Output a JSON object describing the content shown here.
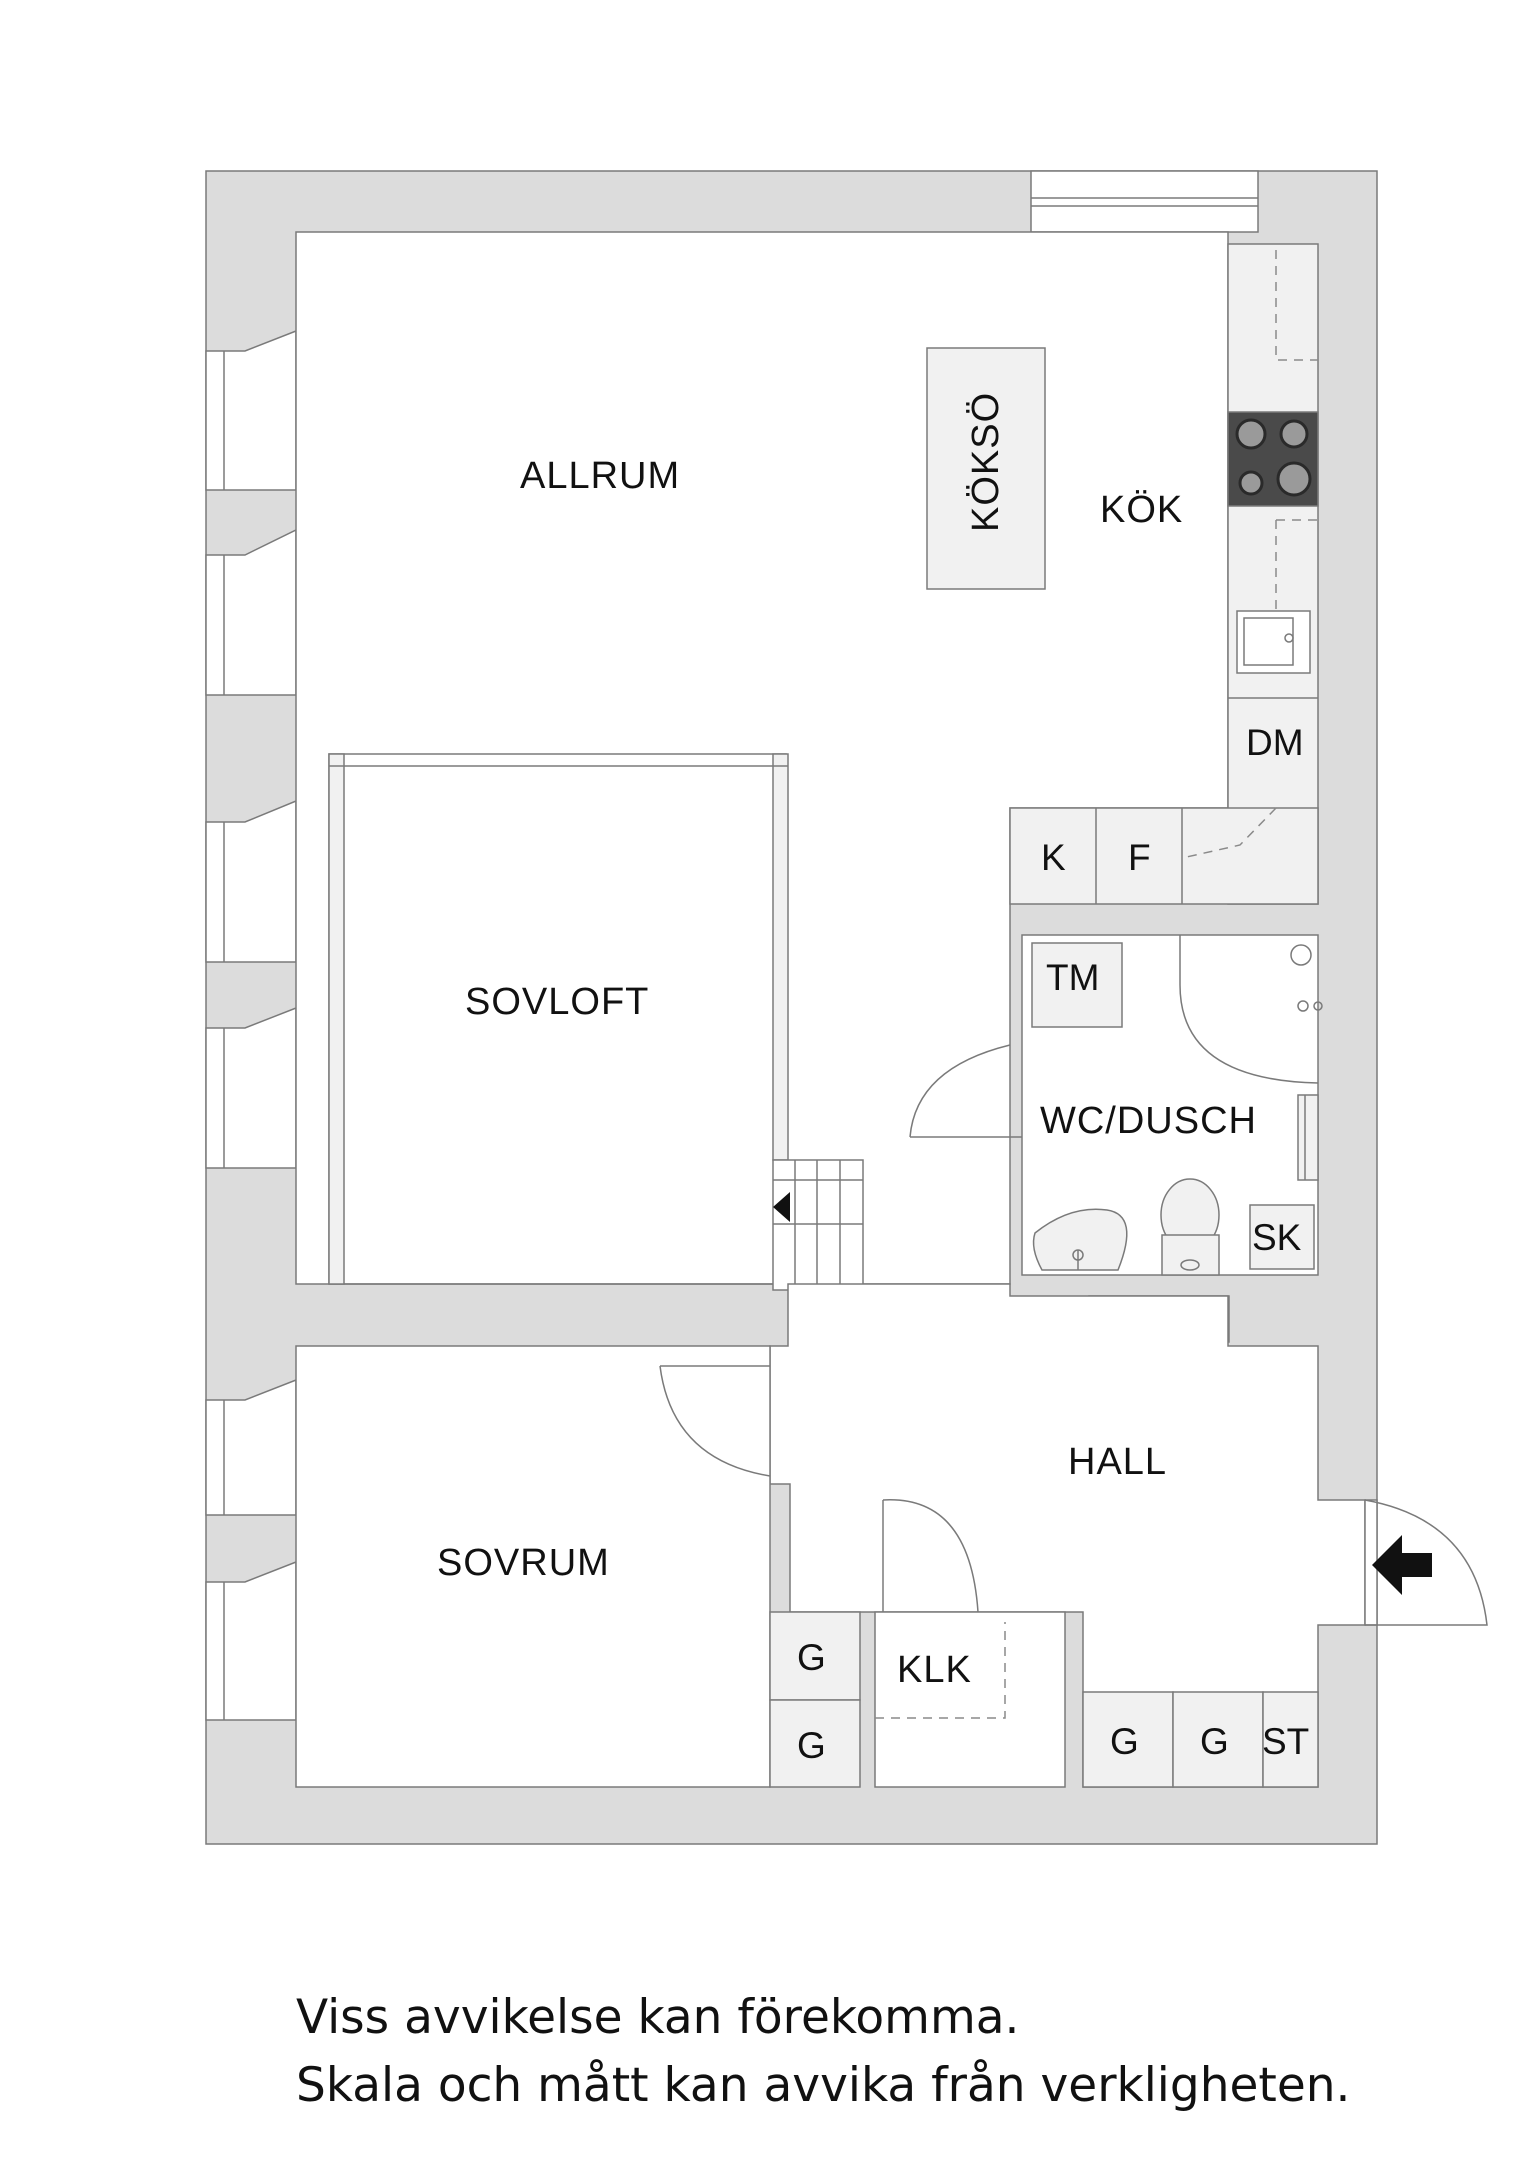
{
  "rooms": {
    "allrum": "ALLRUM",
    "kok": "KÖK",
    "koksö": "KÖKSÖ",
    "sovloft": "SOVLOFT",
    "wc_dusch": "WC/DUSCH",
    "hall": "HALL",
    "sovrum": "SOVRUM",
    "klk": "KLK"
  },
  "fixtures": {
    "dm": "DM",
    "k": "K",
    "f": "F",
    "tm": "TM",
    "sk": "SK",
    "g1": "G",
    "g2": "G",
    "g3": "G",
    "g4": "G",
    "st": "ST"
  },
  "disclaimer": {
    "line1": "Viss avvikelse kan förekomma.",
    "line2": "Skala och mått kan avvika från verkligheten."
  },
  "colors": {
    "wall": "#dcdcdc",
    "outline": "#7a7a7a",
    "cooktop": "#4a4a4a"
  }
}
